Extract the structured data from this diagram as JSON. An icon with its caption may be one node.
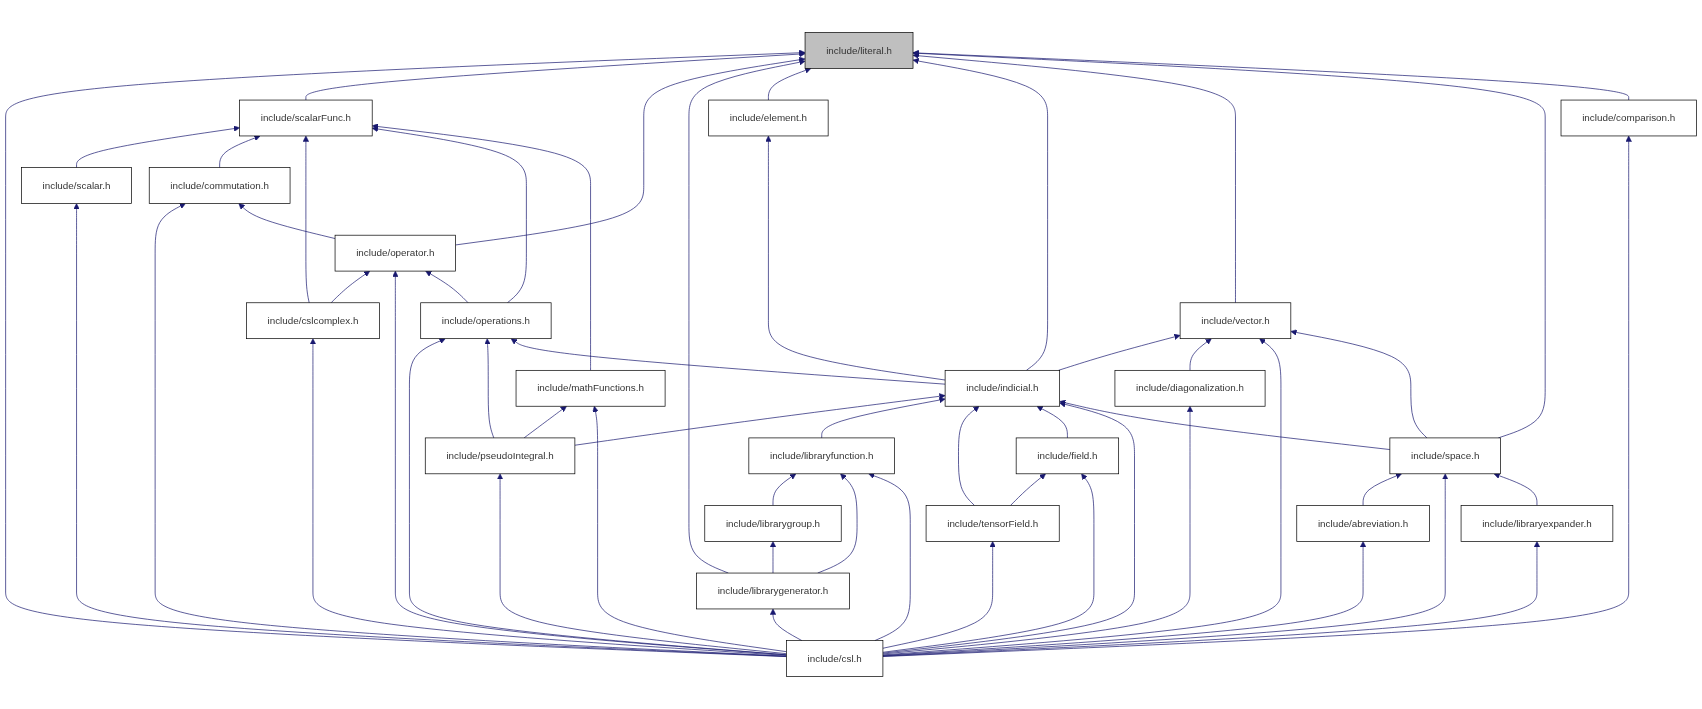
{
  "diagram": {
    "nodes": [
      {
        "text": [
          "include/literal.h"
        ]
      },
      {
        "text": [
          "include/scalarFunc.h"
        ]
      },
      {
        "text": [
          "include/comparison.h"
        ]
      },
      {
        "text": [
          "include/commutation.h"
        ]
      },
      {
        "text": [
          "include/element.h"
        ]
      },
      {
        "text": [
          "include/scalar.h"
        ]
      },
      {
        "text": [
          "include/operator.h"
        ]
      },
      {
        "text": [
          "include/cslcomplex.h"
        ]
      },
      {
        "text": [
          "include/operations.h"
        ]
      },
      {
        "text": [
          "include/vector.h"
        ]
      },
      {
        "text": [
          "include/mathFunctions.h"
        ]
      },
      {
        "text": [
          "include/indicial.h"
        ]
      },
      {
        "text": [
          "include/pseudoIntegral.h"
        ]
      },
      {
        "text": [
          "include/libraryfunction.h"
        ]
      },
      {
        "text": [
          "include/field.h"
        ]
      },
      {
        "text": [
          "include/space.h"
        ]
      },
      {
        "text": [
          "include/librarygroup.h"
        ]
      },
      {
        "text": [
          "include/tensorField.h"
        ]
      },
      {
        "text": [
          "include/diagonalization.h"
        ]
      },
      {
        "text": [
          "include/librarygenerator.h"
        ]
      },
      {
        "text": [
          "include/abreviation.h"
        ]
      },
      {
        "text": [
          "include/libraryexpander.h"
        ]
      },
      {
        "text": [
          "include/csl.h"
        ]
      }
    ],
    "edges": [
      {
        "from": 22,
        "to": 0,
        "arrow": "to"
      },
      {
        "from": 1,
        "to": 0,
        "arrow": "to"
      },
      {
        "from": 6,
        "to": 0,
        "arrow": "to"
      },
      {
        "from": 19,
        "to": 0,
        "arrow": "to"
      },
      {
        "from": 4,
        "to": 0,
        "arrow": "to"
      },
      {
        "from": 11,
        "to": 0,
        "arrow": "to"
      },
      {
        "from": 9,
        "to": 0,
        "arrow": "to"
      },
      {
        "from": 15,
        "to": 0,
        "arrow": "to"
      },
      {
        "from": 2,
        "to": 0,
        "arrow": "to"
      },
      {
        "from": 5,
        "to": 1,
        "arrow": "to"
      },
      {
        "from": 3,
        "to": 1,
        "arrow": "to"
      },
      {
        "from": 7,
        "to": 1,
        "arrow": "to"
      },
      {
        "from": 8,
        "to": 1,
        "arrow": "to"
      },
      {
        "from": 10,
        "to": 1,
        "arrow": "to"
      },
      {
        "from": 22,
        "to": 2,
        "arrow": "to"
      },
      {
        "from": 22,
        "to": 3,
        "arrow": "to"
      },
      {
        "from": 6,
        "to": 3,
        "arrow": "to"
      },
      {
        "from": 11,
        "to": 4,
        "arrow": "to"
      },
      {
        "from": 22,
        "to": 5,
        "arrow": "to"
      },
      {
        "from": 7,
        "to": 6,
        "arrow": "to"
      },
      {
        "from": 22,
        "to": 6,
        "arrow": "to"
      },
      {
        "from": 8,
        "to": 6,
        "arrow": "to"
      },
      {
        "from": 22,
        "to": 7,
        "arrow": "to"
      },
      {
        "from": 22,
        "to": 8,
        "arrow": "to"
      },
      {
        "from": 12,
        "to": 8,
        "arrow": "to"
      },
      {
        "from": 11,
        "to": 8,
        "arrow": "to"
      },
      {
        "from": 11,
        "to": 9,
        "arrow": "to"
      },
      {
        "from": 18,
        "to": 9,
        "arrow": "to"
      },
      {
        "from": 22,
        "to": 9,
        "arrow": "to"
      },
      {
        "from": 15,
        "to": 9,
        "arrow": "to"
      },
      {
        "from": 12,
        "to": 10,
        "arrow": "to"
      },
      {
        "from": 22,
        "to": 10,
        "arrow": "to"
      },
      {
        "from": 12,
        "to": 11,
        "arrow": "to"
      },
      {
        "from": 13,
        "to": 11,
        "arrow": "to"
      },
      {
        "from": 17,
        "to": 11,
        "arrow": "to"
      },
      {
        "from": 14,
        "to": 11,
        "arrow": "to"
      },
      {
        "from": 22,
        "to": 11,
        "arrow": "to"
      },
      {
        "from": 15,
        "to": 11,
        "arrow": "to"
      },
      {
        "from": 22,
        "to": 12,
        "arrow": "to"
      },
      {
        "from": 16,
        "to": 13,
        "arrow": "to"
      },
      {
        "from": 19,
        "to": 13,
        "arrow": "to"
      },
      {
        "from": 22,
        "to": 13,
        "arrow": "to"
      },
      {
        "from": 17,
        "to": 14,
        "arrow": "to"
      },
      {
        "from": 22,
        "to": 14,
        "arrow": "to"
      },
      {
        "from": 20,
        "to": 15,
        "arrow": "to"
      },
      {
        "from": 22,
        "to": 15,
        "arrow": "to"
      },
      {
        "from": 21,
        "to": 15,
        "arrow": "to"
      },
      {
        "from": 19,
        "to": 16,
        "arrow": "to"
      },
      {
        "from": 22,
        "to": 17,
        "arrow": "to"
      },
      {
        "from": 22,
        "to": 18,
        "arrow": "to"
      },
      {
        "from": 22,
        "to": 19,
        "arrow": "to"
      },
      {
        "from": 22,
        "to": 20,
        "arrow": "to"
      },
      {
        "from": 22,
        "to": 21,
        "arrow": "to"
      }
    ]
  }
}
